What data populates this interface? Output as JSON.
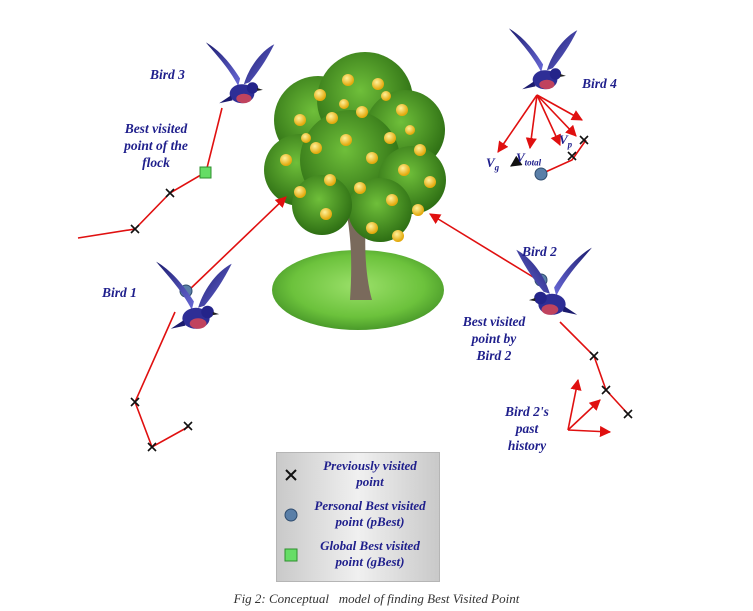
{
  "labels": {
    "bird1": "Bird 1",
    "bird2": "Bird 2",
    "bird3": "Bird 3",
    "bird4": "Bird 4",
    "flock_best": [
      "Best visited",
      "point of the",
      "flock"
    ],
    "bird2_best": [
      "Best visited",
      "point by",
      "Bird 2"
    ],
    "bird2_history": [
      "Bird 2's",
      "past",
      "history"
    ],
    "vg": "V",
    "vg_sub": "g",
    "vtotal": "V",
    "vtotal_sub": "total",
    "vp": "V",
    "vp_sub": "p"
  },
  "legend": [
    {
      "symbol": "cross-icon",
      "text": [
        "Previously visited",
        "point"
      ]
    },
    {
      "symbol": "circle-icon",
      "text": [
        "Personal Best visited",
        "point (pBest)"
      ]
    },
    {
      "symbol": "square-icon",
      "text": [
        "Global Best visited",
        "point (gBest)"
      ]
    }
  ],
  "caption": "Fig 2: Conceptual   model of finding Best Visited Point",
  "colors": {
    "path": "#e01010",
    "label_text": "#1f1f8c",
    "pbest": "#5a7fa8",
    "gbest": "#66dd66",
    "bird": "#3a3aa8",
    "tree_foliage": "#3f8f1f",
    "fruit": "#f3c81a"
  }
}
